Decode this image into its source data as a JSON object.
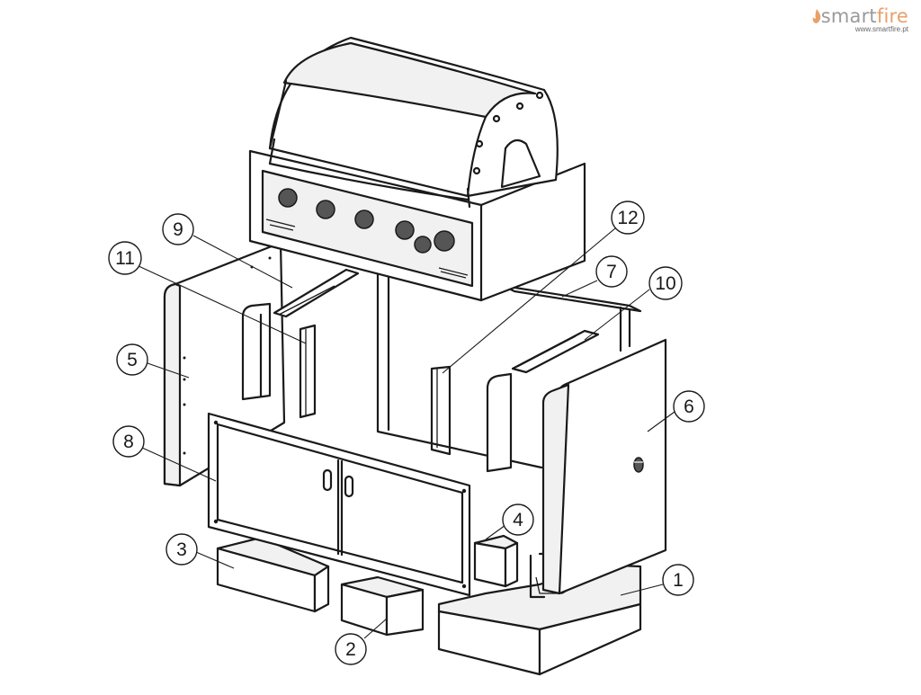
{
  "brand": {
    "name_part1": "smart",
    "name_part2": "fire",
    "url": "www.smartfire.pt",
    "colors": {
      "smart": "#9a9a9a",
      "fire": "#e8a06a",
      "flame": "#e8a06a"
    }
  },
  "diagram": {
    "type": "exploded-assembly",
    "line_color": "#1a1a1a",
    "callouts": [
      {
        "id": "1",
        "label": "1"
      },
      {
        "id": "2",
        "label": "2"
      },
      {
        "id": "3",
        "label": "3"
      },
      {
        "id": "4",
        "label": "4"
      },
      {
        "id": "5",
        "label": "5"
      },
      {
        "id": "6",
        "label": "6"
      },
      {
        "id": "7",
        "label": "7"
      },
      {
        "id": "8",
        "label": "8"
      },
      {
        "id": "9",
        "label": "9"
      },
      {
        "id": "10",
        "label": "10"
      },
      {
        "id": "11",
        "label": "11"
      },
      {
        "id": "12",
        "label": "12"
      }
    ]
  }
}
